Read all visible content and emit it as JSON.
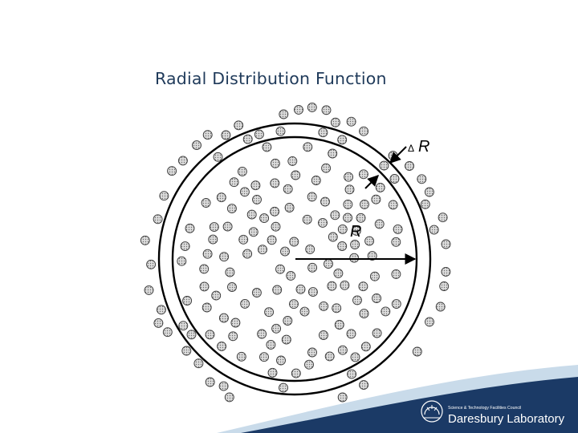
{
  "slide": {
    "title": "Radial Distribution Function"
  },
  "diagram": {
    "radius_label": "R",
    "shell_label_delta": "Δ",
    "shell_label_r": "R"
  },
  "branding": {
    "council_text": "Science & Technology Facilities Council",
    "lab_name": "Daresbury Laboratory",
    "banner_color": "#1b3a66",
    "accent_color": "#c9dbea"
  }
}
